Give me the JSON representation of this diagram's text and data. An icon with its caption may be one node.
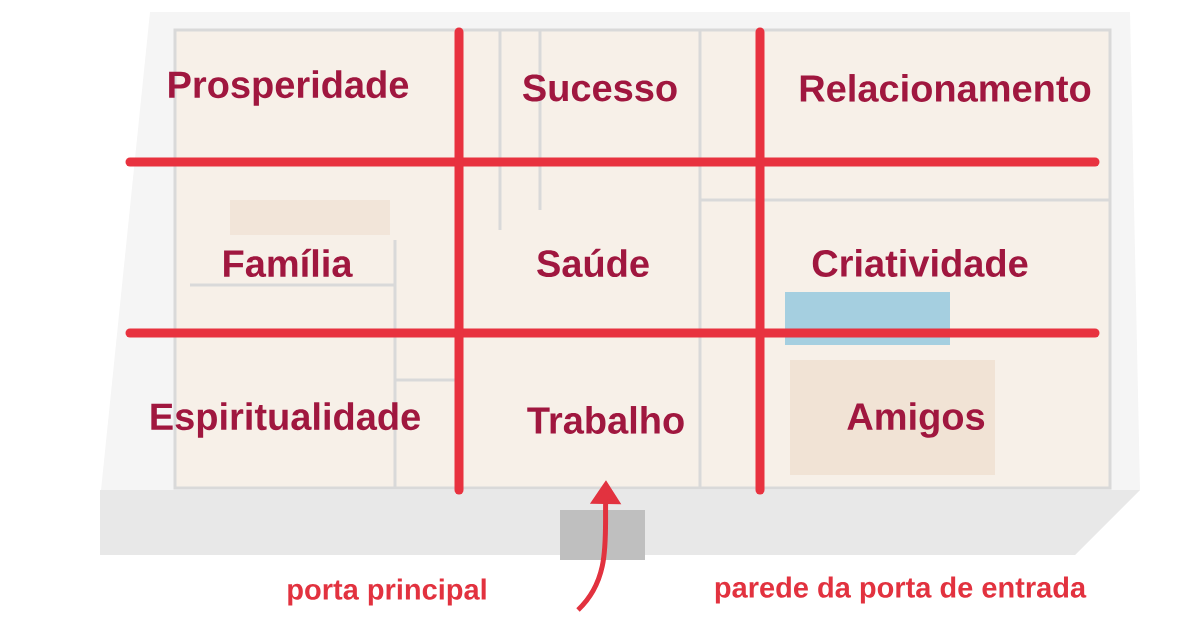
{
  "diagram": {
    "labels": [
      "Prosperidade",
      "Sucesso",
      "Relacionamento",
      "Família",
      "Saúde",
      "Criatividade",
      "Espiritualidade",
      "Trabalho",
      "Amigos",
      "porta principal",
      "parede da porta de entrada"
    ]
  }
}
